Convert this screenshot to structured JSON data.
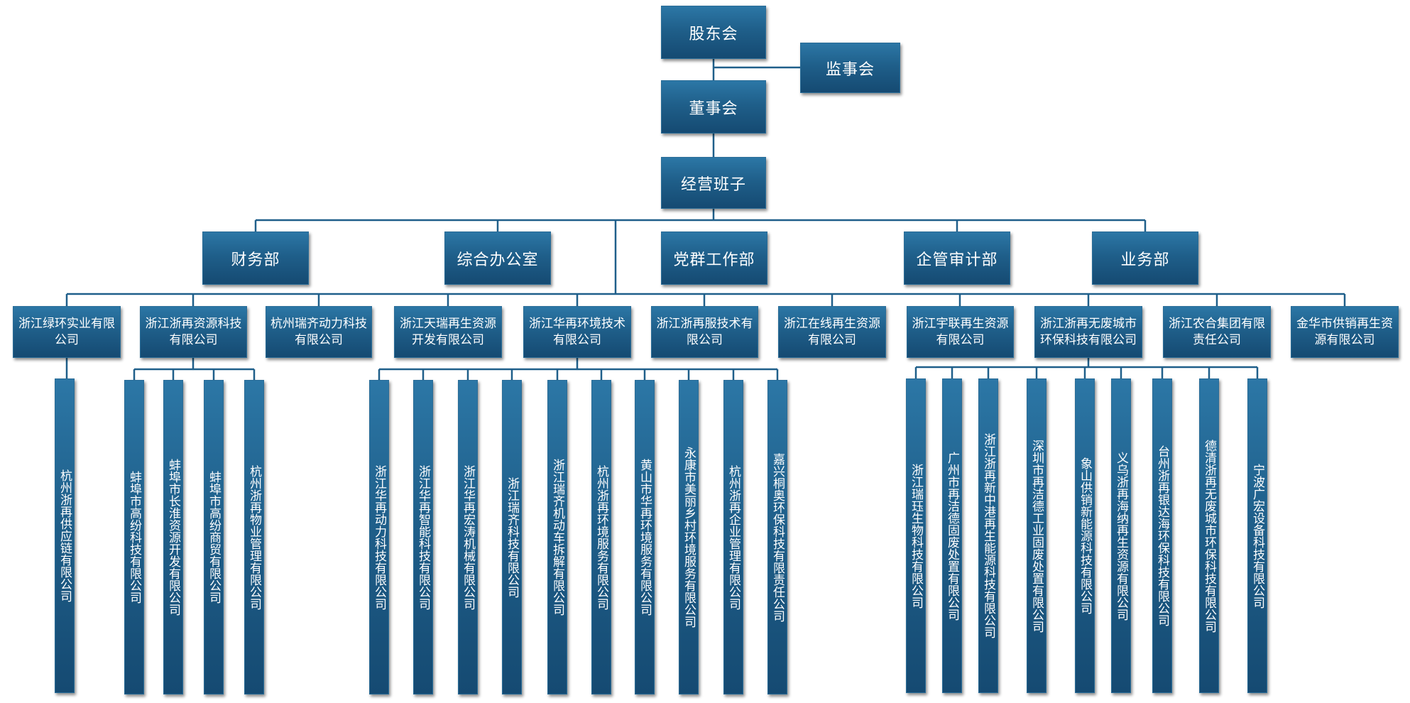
{
  "top": {
    "shareholders": "股东会",
    "supervisors": "监事会",
    "board": "董事会",
    "management": "经营班子"
  },
  "departments": [
    "财务部",
    "综合办公室",
    "党群工作部",
    "企管审计部",
    "业务部"
  ],
  "companies": [
    {
      "name": "浙江绿环实业有限公司",
      "subs": [
        "杭州浙再供应链有限公司"
      ]
    },
    {
      "name": "浙江浙再资源科技有限公司",
      "subs": [
        "蚌埠市高纷科技有限公司",
        "蚌埠市长淮资源开发有限公司",
        "蚌埠市高纷商贸有限公司",
        "杭州浙再物业管理有限公司"
      ]
    },
    {
      "name": "杭州瑞齐动力科技有限公司",
      "subs": []
    },
    {
      "name": "浙江天瑞再生资源开发有限公司",
      "subs": []
    },
    {
      "name": "浙江华再环境技术有限公司",
      "subs": [
        "浙江华再动力科技有限公司",
        "浙江华再智能科技有限公司",
        "浙江华再宏涛机械有限公司",
        "浙江瑞齐科技有限公司",
        "浙江瑞齐机动车拆解有限公司",
        "杭州浙再环境服务有限公司",
        "黄山市华再环境服务有限公司",
        "永康市美丽乡村环境服务有限公司",
        "杭州浙再企业管理有限公司",
        "嘉兴桐奥环保科技有限责任公司"
      ]
    },
    {
      "name": "浙江浙再服技术有限公司",
      "subs": []
    },
    {
      "name": "浙江在线再生资源有限公司",
      "subs": []
    },
    {
      "name": "浙江宇联再生资源有限公司",
      "subs": []
    },
    {
      "name": "浙江浙再无废城市环保科技有限公司",
      "subs": [
        "浙江瑞珏生物科技有限公司",
        "广州市再洁德固废处置有限公司",
        "浙江浙再新中港再生能源科技有限公司",
        "深圳市再洁德工业固废处置有限公司",
        "象山供销新能源科技有限公司",
        "义乌浙再海纳再生资源有限公司",
        "台州浙再银达海环保科技有限公司",
        "德清浙再无废城市环保科技有限公司",
        "宁波广宏设备科技有限公司"
      ]
    },
    {
      "name": "浙江农合集团有限责任公司",
      "subs": []
    },
    {
      "name": "金华市供销再生资源有限公司",
      "subs": []
    }
  ],
  "colors": {
    "box_top": "#2c77a6",
    "box_bottom": "#154a72",
    "line": "#1f5f8a"
  }
}
